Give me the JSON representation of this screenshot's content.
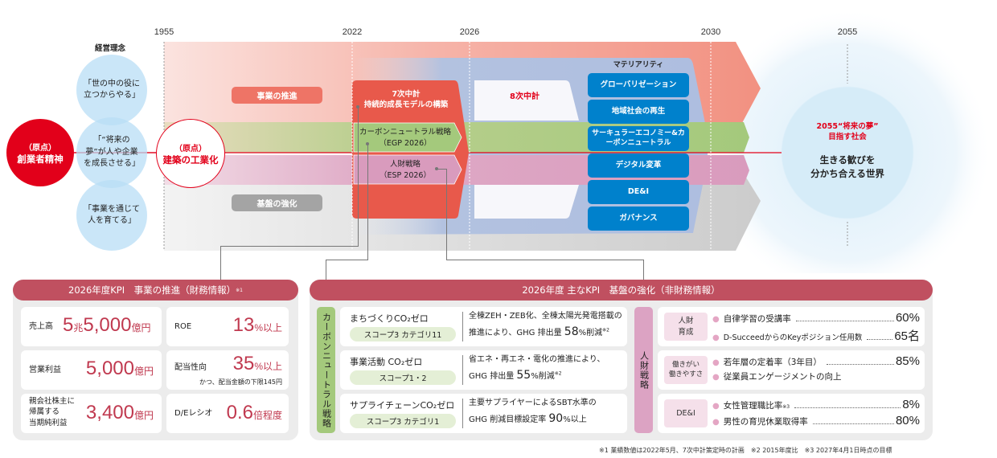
{
  "timeline": {
    "years": [
      "1955",
      "2022",
      "2026",
      "2030",
      "2055"
    ],
    "philosophy_title": "経営理念",
    "origin_founder": {
      "tag": "（原点）",
      "label": "創業者精神"
    },
    "philosophy": [
      "「世の中の役に立つからやる」",
      "「“将来の夢”が人や企業を成長させる」",
      "「事業を通じて人を育てる」"
    ],
    "philosophy_lines": [
      [
        "「世の中の役に",
        "立つからやる」"
      ],
      [
        "「“将来の夢”が",
        "人や企業を",
        "成長させる」"
      ],
      [
        "「事業を通じて",
        "人を育てる」"
      ]
    ],
    "origin_industrial": {
      "tag": "（原点）",
      "label": "建築の工業化"
    },
    "band_business": "事業の推進",
    "band_foundation": "基盤の強化",
    "plan7": {
      "line1": "7次中計",
      "line2": "持続的成長モデルの構築"
    },
    "carbon_strategy": {
      "line1": "カーボンニュートラル戦略",
      "line2": "（EGP 2026）"
    },
    "hr_strategy": {
      "line1": "人財戦略",
      "line2": "（ESP 2026）"
    },
    "plan8": "8次中計",
    "materiality_title": "マテリアリティ",
    "materiality": [
      "グローバリゼーション",
      "地域社会の再生",
      "サーキュラーエコノミー&カーボンニュートラル",
      "デジタル変革",
      "DE&I",
      "ガバナンス"
    ],
    "materiality_lines": [
      [
        "グローバリゼーション"
      ],
      [
        "地域社会の再生"
      ],
      [
        "サーキュラーエコノミー",
        "&カーボンニュートラル"
      ],
      [
        "デジタル変革"
      ],
      [
        "DE&I"
      ],
      [
        "ガバナンス"
      ]
    ],
    "vision": {
      "line1": "2055“将来の夢”",
      "line2": "目指す社会",
      "main1": "生きる歓びを",
      "main2": "分かち合える世界"
    }
  },
  "financial_kpi": {
    "title": "2026年度KPI　事業の推進（財務情報）",
    "title_note": "※1",
    "items": [
      {
        "label": "売上高",
        "value_a": "5",
        "unit_a": "兆",
        "value_b": "5,000",
        "unit_b": "億円"
      },
      {
        "label": "ROE",
        "value": "13",
        "unit": "%以上"
      },
      {
        "label": "営業利益",
        "value": "5,000",
        "unit": "億円"
      },
      {
        "label": "配当性向",
        "value": "35",
        "unit": "%以上",
        "note": "かつ、配当金額の下限145円"
      },
      {
        "label_lines": [
          "親会社株主に",
          "帰属する",
          "当期純利益"
        ],
        "value": "3,400",
        "unit": "億円"
      },
      {
        "label": "D/Eレシオ",
        "value": "0.6",
        "unit": "倍程度"
      }
    ]
  },
  "nonfinancial_kpi": {
    "title": "2026年度 主なKPI　基盤の強化（非財務情報）",
    "carbon_tag": "カーボンニュートラル戦略",
    "carbon_items": [
      {
        "title": "まちづくりCO₂ゼロ",
        "scope": "スコープ3 カテゴリ11",
        "desc1": "全棟ZEH・ZEB化、全棟太陽光発電搭載の",
        "desc2_pre": "推進により、GHG 排出量 ",
        "desc2_val": "58",
        "desc2_post": "%削減",
        "note": "※2"
      },
      {
        "title": "事業活動 CO₂ゼロ",
        "scope": "スコープ1・2",
        "desc1": "省エネ・再エネ・電化の推進により、",
        "desc2_pre": "GHG 排出量 ",
        "desc2_val": "55",
        "desc2_post": "%削減",
        "note": "※2"
      },
      {
        "title": "サプライチェーンCO₂ゼロ",
        "scope": "スコープ3 カテゴリ1",
        "desc1": "主要サプライヤーによるSBT水準の",
        "desc2_pre": "GHG 削減目標設定率 ",
        "desc2_val": "90",
        "desc2_post": "%以上",
        "note": ""
      }
    ],
    "hr_tag": "人財戦略",
    "hr_groups": [
      {
        "tag_lines": [
          "人財",
          "育成"
        ],
        "rows": [
          {
            "label": "自律学習の受講率",
            "note": "",
            "value": "60%"
          },
          {
            "label": "D-SucceedからのKeyポジション任用数",
            "note": "",
            "value": "65名"
          }
        ]
      },
      {
        "tag_lines": [
          "働きがい",
          "働きやすさ"
        ],
        "rows": [
          {
            "label": "若年層の定着率（3年目）",
            "note": "",
            "value": "85%"
          },
          {
            "label": "従業員エンゲージメントの向上",
            "note": "",
            "value": ""
          }
        ]
      },
      {
        "tag_lines": [
          "DE&I"
        ],
        "rows": [
          {
            "label": "女性管理職比率",
            "note": "※3",
            "value": "8%"
          },
          {
            "label": "男性の育児休業取得率",
            "note": "",
            "value": "80%"
          }
        ]
      }
    ]
  },
  "footnotes": "※1 業績数値は2022年5月、7次中計策定時の計画　※2 2015年度比　※3 2027年4月1日時点の目標",
  "colors": {
    "red": "#e2001a",
    "kpi_red": "#c0394f",
    "header": "#c05060",
    "materiality_blue": "#0081cc",
    "green": "#a4c97c",
    "pink": "#d99bbd",
    "salmon": "#f29181",
    "grey": "#cccccc"
  }
}
